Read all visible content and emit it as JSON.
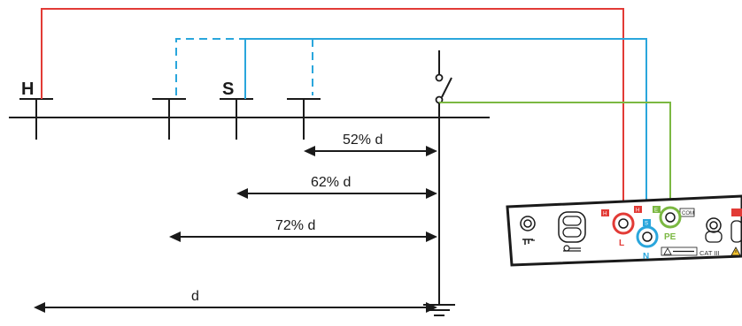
{
  "diagram": {
    "stakes": {
      "h_label": "H",
      "s_label": "S"
    },
    "distances": [
      {
        "label": "52% d"
      },
      {
        "label": "62% d"
      },
      {
        "label": "72% d"
      },
      {
        "label": "d"
      }
    ],
    "instrument": {
      "terminal_l": "L",
      "terminal_n": "N",
      "terminal_pe": "PE",
      "badge_h": "H",
      "badge_s": "S",
      "badge_e": "E",
      "badge_com": "COM",
      "cat_label": "CAT III"
    },
    "colors": {
      "h_wire": "#e23b36",
      "s_wire": "#2aa6dc",
      "e_wire": "#7bb842",
      "line": "#1a1a1a"
    }
  }
}
